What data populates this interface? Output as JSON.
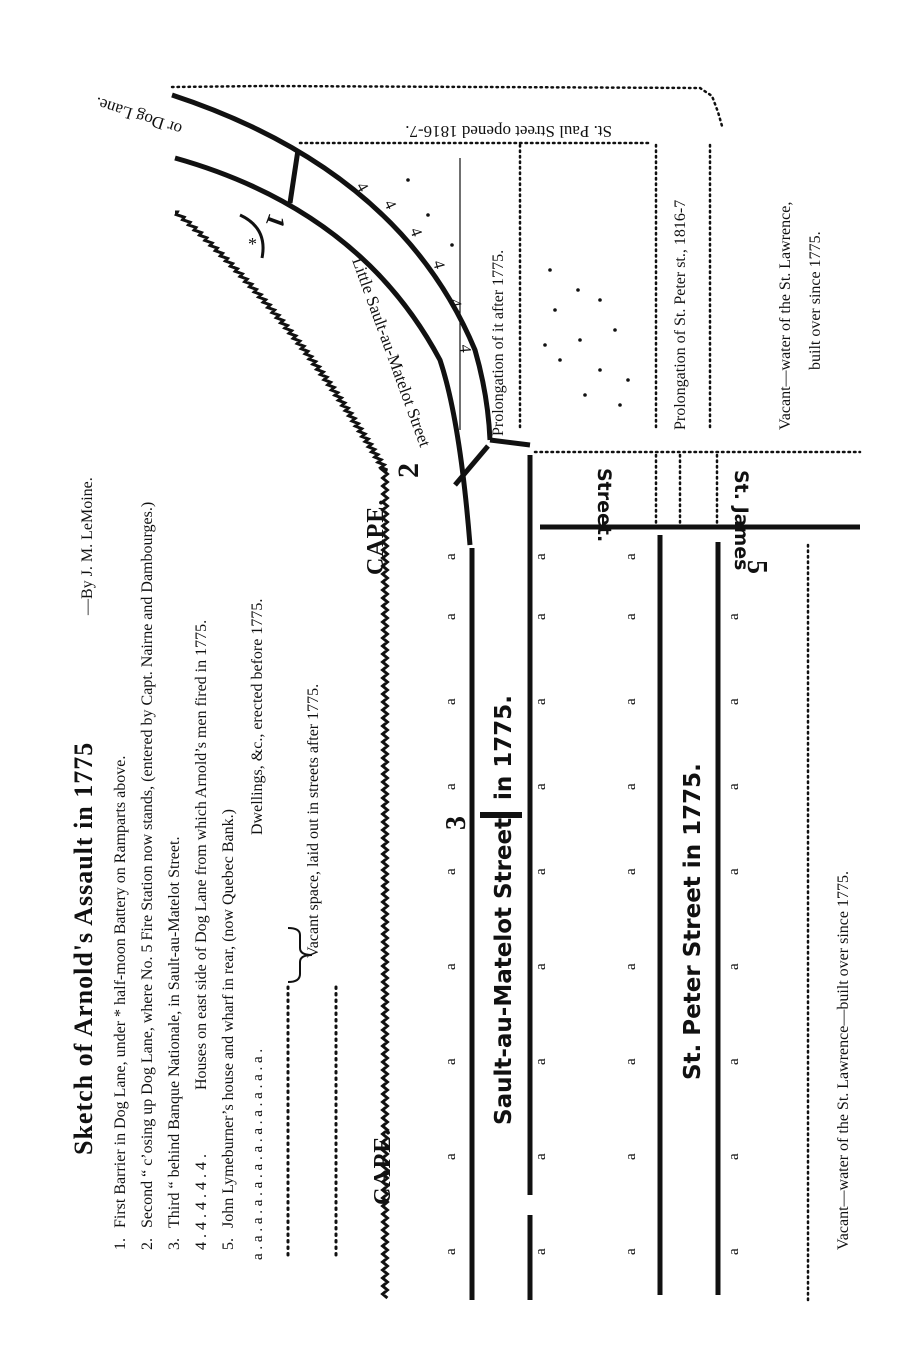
{
  "title": {
    "main": "Sketch of Arnold's Assault in 1775",
    "byline": "—By J. M. LeMoine."
  },
  "legend": {
    "items": [
      {
        "num": "1.",
        "text": "First Barrier in Dog Lane, under * half-moon Battery on Ramparts above."
      },
      {
        "num": "2.",
        "text": "Second “   c’osing up Dog Lane, where No. 5 Fire Station now stands, (entered by Capt. Nairne and Dambourges.)"
      },
      {
        "num": "3.",
        "text": "Third “   behind Banque Nationale, in Sault-au-Matelot Street."
      },
      {
        "num": "4 . 4 . 4 . 4 . 4 .",
        "text": "Houses on east side of Dog Lane from which Arnold’s men fired in 1775."
      },
      {
        "num": "5.",
        "text": "John Lymeburner’s house and wharf in rear, (now Quebec Bank.)"
      }
    ],
    "dwellings_marks": "a . a . a . a . a . a . a . a . a . a . a . a .",
    "dwellings_text": "Dwellings, &c., erected before 1775.",
    "vacant_text": "Vacant space, laid out in streets after 1775."
  },
  "map": {
    "cape_left": "CAPE.",
    "cape_right": "CAPE.",
    "little_street": "Little Sault-au-Matelot Street",
    "dog_lane": "or Dog Lane.",
    "st_paul": "St. Paul Street opened 1816-7.",
    "prolongation_sam": "Prolongation of it after 1775.",
    "prolongation_stpeter": "Prolongation of St. Peter st., 1816-7",
    "sam_street_a": "Sault-au-Matelot Street",
    "sam_street_b": "in 1775.",
    "st_peter_street": "St. Peter Street in 1775.",
    "street_word": "Street.",
    "st_james": "St. James",
    "vacant_water_top": "Vacant—water of the St. Lawrence, built over since 1775.",
    "vacant_water_top_l1": "Vacant—water of the St. Lawrence,",
    "vacant_water_top_l2": "built over since 1775.",
    "vacant_water_bottom": "Vacant—water of the St. Lawrence—built over since 1775.",
    "num_1": "1",
    "num_2": "2",
    "num_3": "3",
    "num_4": "4",
    "num_5": "5",
    "star": "*",
    "dwelling_mark": "a"
  }
}
